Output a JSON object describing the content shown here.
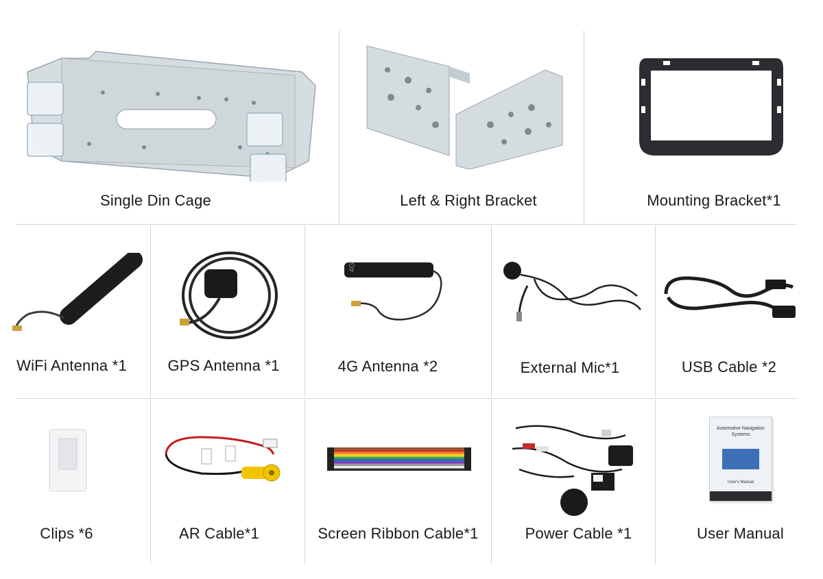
{
  "row1": [
    {
      "label": "Single Din Cage"
    },
    {
      "label": "Left & Right Bracket"
    },
    {
      "label": "Mounting Bracket*1"
    }
  ],
  "row2": [
    {
      "label": "WiFi Antenna *1"
    },
    {
      "label": "GPS Antenna *1"
    },
    {
      "label": "4G Antenna *2",
      "tag": "4G"
    },
    {
      "label": "External Mic*1"
    },
    {
      "label": "USB Cable *2"
    }
  ],
  "row3": [
    {
      "label": "Clips *6"
    },
    {
      "label": "AR Cable*1"
    },
    {
      "label": "Screen Ribbon Cable*1"
    },
    {
      "label": "Power Cable *1"
    },
    {
      "label": "User Manual",
      "cover_title": "Automotive Navigation Systems",
      "cover_footer": "User's Manual"
    }
  ],
  "colors": {
    "divider": "#d4d4d4",
    "metal": "#d5dce0",
    "cable": "#1c1c1c",
    "plug_yellow": "#f2c400"
  }
}
